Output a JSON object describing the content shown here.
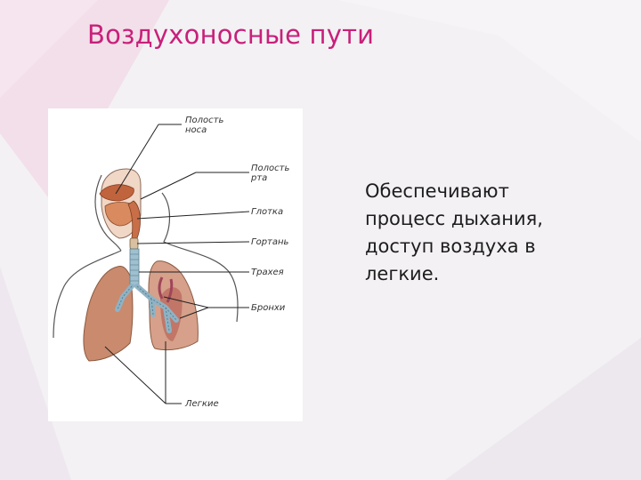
{
  "slide": {
    "title": "Воздухоносные пути",
    "body_lines": [
      "Обеспечивают",
      "процесс дыхания,",
      "доступ воздуха в",
      "легкие."
    ]
  },
  "diagram": {
    "labels": {
      "nasal_cavity": "Полость\nноса",
      "oral_cavity": "Полость\nрта",
      "pharynx": "Глотка",
      "larynx": "Гортань",
      "trachea": "Трахея",
      "bronchi": "Бронхи",
      "lungs": "Легкие"
    }
  },
  "colors": {
    "title": "#c8207a",
    "background": "#f3f1f4",
    "lung": "#c98a6e",
    "airway": "#8fb3c4",
    "nose": "#c0643e"
  }
}
